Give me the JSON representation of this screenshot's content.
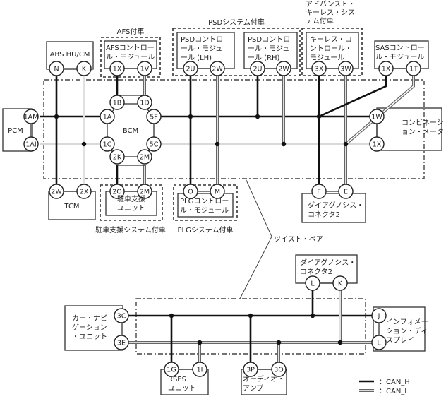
{
  "diagram": {
    "title": "CAN communication system wiring diagram",
    "legend": {
      "can_h": "：CAN_H",
      "can_l": "：CAN_L"
    },
    "twist_pair_label": "ツイスト・ペア",
    "groups": {
      "afs": "AFS付車",
      "psd": "PSDシステム付車",
      "aks": [
        "アドバンスト・",
        "キーレス・シス",
        "テム付車"
      ],
      "parking": "駐車支援システム付車",
      "plg": "PLGシステム付車"
    },
    "modules": {
      "abs": {
        "label": [
          "ABS HU/CM"
        ],
        "pins": [
          "N",
          "K"
        ]
      },
      "afs": {
        "label": [
          "AFSコントロー",
          "ル・モジュール"
        ],
        "pins": [
          "1X",
          "1V"
        ]
      },
      "psd_lh": {
        "label": [
          "PSDコントロ",
          "ール・モジュ",
          "ール (LH)"
        ],
        "pins": [
          "2U",
          "2W"
        ]
      },
      "psd_rh": {
        "label": [
          "PSDコントロ",
          "ール・モジュ",
          "ール (RH)"
        ],
        "pins": [
          "2U",
          "2W"
        ]
      },
      "keyless": {
        "label": [
          "キーレス・コ",
          "ントロール・",
          "モジュール"
        ],
        "pins": [
          "3X",
          "3W"
        ]
      },
      "sas": {
        "label": [
          "SASコントロー",
          "ル・モジュール"
        ],
        "pins": [
          "1X",
          "1T"
        ]
      },
      "pcm": {
        "label": [
          "PCM"
        ],
        "pins": [
          "1AM",
          "1AI"
        ]
      },
      "bcm": {
        "label": [
          "BCM"
        ],
        "pins": [
          "1B",
          "1D",
          "1A",
          "5F",
          "1C",
          "5C",
          "2K",
          "2M"
        ]
      },
      "meter": {
        "label": [
          "コンビネーシ",
          "ョン・メータ"
        ],
        "pins": [
          "1W",
          "1X"
        ]
      },
      "tcm": {
        "label": [
          "TCM"
        ],
        "pins": [
          "2W",
          "2X"
        ]
      },
      "parking": {
        "label": [
          "駐車支援",
          "ユニット"
        ],
        "pins": [
          "2O",
          "2M"
        ]
      },
      "plg": {
        "label": [
          "PLGコントロー",
          "ル・モジュール"
        ],
        "pins": [
          "O",
          "M"
        ]
      },
      "dlc_upper": {
        "label": [
          "ダイアグノシス・",
          "コネクタ2"
        ],
        "pins": [
          "F",
          "E"
        ]
      },
      "dlc_lower": {
        "label": [
          "ダイアグノシス・",
          "コネクタ2"
        ],
        "pins": [
          "L",
          "K"
        ]
      },
      "navi": {
        "label": [
          "カー・ナビ",
          "ゲーション",
          "・ユニット"
        ],
        "pins": [
          "3C",
          "3E"
        ]
      },
      "info": {
        "label": [
          "インフォメー",
          "ション・ディ",
          "スプレイ"
        ],
        "pins": [
          "J",
          "L"
        ]
      },
      "rses": {
        "label": [
          "RSES",
          "ユニット"
        ],
        "pins": [
          "1G",
          "1I"
        ]
      },
      "amp": {
        "label": [
          "オーディオ・",
          "アンプ"
        ],
        "pins": [
          "3P",
          "3O"
        ]
      }
    }
  }
}
